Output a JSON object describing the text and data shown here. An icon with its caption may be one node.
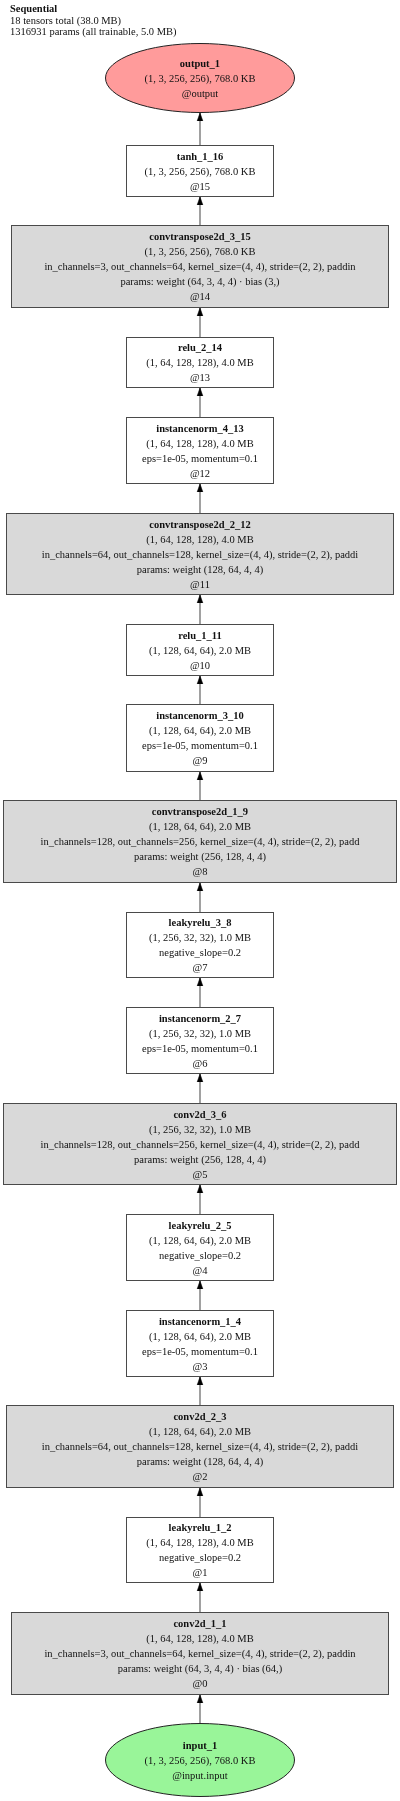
{
  "diagram": {
    "title": "Sequential",
    "labels": [
      "18 tensors total (38.0 MB)",
      "1316931 params (all trainable, 5.0 MB)"
    ],
    "nodes": [
      {
        "text": [
          "output_1",
          "(1, 3, 256, 256), 768.0 KB",
          "@output"
        ]
      },
      {
        "text": [
          "tanh_1_16",
          "(1, 3, 256, 256), 768.0 KB",
          "@15"
        ]
      },
      {
        "text": [
          "convtranspose2d_3_15",
          "(1, 3, 256, 256), 768.0 KB",
          "in_channels=3, out_channels=64, kernel_size=(4, 4), stride=(2, 2), paddin",
          "params: weight (64, 3, 4, 4) · bias (3,)",
          "@14"
        ]
      },
      {
        "text": [
          "relu_2_14",
          "(1, 64, 128, 128), 4.0 MB",
          "@13"
        ]
      },
      {
        "text": [
          "instancenorm_4_13",
          "(1, 64, 128, 128), 4.0 MB",
          "eps=1e-05, momentum=0.1",
          "@12"
        ]
      },
      {
        "text": [
          "convtranspose2d_2_12",
          "(1, 64, 128, 128), 4.0 MB",
          "in_channels=64, out_channels=128, kernel_size=(4, 4), stride=(2, 2), paddi",
          "params: weight (128, 64, 4, 4)",
          "@11"
        ]
      },
      {
        "text": [
          "relu_1_11",
          "(1, 128, 64, 64), 2.0 MB",
          "@10"
        ]
      },
      {
        "text": [
          "instancenorm_3_10",
          "(1, 128, 64, 64), 2.0 MB",
          "eps=1e-05, momentum=0.1",
          "@9"
        ]
      },
      {
        "text": [
          "convtranspose2d_1_9",
          "(1, 128, 64, 64), 2.0 MB",
          "in_channels=128, out_channels=256, kernel_size=(4, 4), stride=(2, 2), padd",
          "params: weight (256, 128, 4, 4)",
          "@8"
        ]
      },
      {
        "text": [
          "leakyrelu_3_8",
          "(1, 256, 32, 32), 1.0 MB",
          "negative_slope=0.2",
          "@7"
        ]
      },
      {
        "text": [
          "instancenorm_2_7",
          "(1, 256, 32, 32), 1.0 MB",
          "eps=1e-05, momentum=0.1",
          "@6"
        ]
      },
      {
        "text": [
          "conv2d_3_6",
          "(1, 256, 32, 32), 1.0 MB",
          "in_channels=128, out_channels=256, kernel_size=(4, 4), stride=(2, 2), padd",
          "params: weight (256, 128, 4, 4)",
          "@5"
        ]
      },
      {
        "text": [
          "leakyrelu_2_5",
          "(1, 128, 64, 64), 2.0 MB",
          "negative_slope=0.2",
          "@4"
        ]
      },
      {
        "text": [
          "instancenorm_1_4",
          "(1, 128, 64, 64), 2.0 MB",
          "eps=1e-05, momentum=0.1",
          "@3"
        ]
      },
      {
        "text": [
          "conv2d_2_3",
          "(1, 128, 64, 64), 2.0 MB",
          "in_channels=64, out_channels=128, kernel_size=(4, 4), stride=(2, 2), paddi",
          "params: weight (128, 64, 4, 4)",
          "@2"
        ]
      },
      {
        "text": [
          "leakyrelu_1_2",
          "(1, 64, 128, 128), 4.0 MB",
          "negative_slope=0.2",
          "@1"
        ]
      },
      {
        "text": [
          "conv2d_1_1",
          "(1, 64, 128, 128), 4.0 MB",
          "in_channels=3, out_channels=64, kernel_size=(4, 4), stride=(2, 2), paddin",
          "params: weight (64, 3, 4, 4) · bias (64,)",
          "@0"
        ]
      },
      {
        "text": [
          "input_1",
          "(1, 3, 256, 256), 768.0 KB",
          "@input.input"
        ]
      }
    ],
    "edges": [
      {
        "from": 1,
        "to": 0,
        "arrow": "to"
      },
      {
        "from": 2,
        "to": 1,
        "arrow": "to"
      },
      {
        "from": 3,
        "to": 2,
        "arrow": "to"
      },
      {
        "from": 4,
        "to": 3,
        "arrow": "to"
      },
      {
        "from": 5,
        "to": 4,
        "arrow": "to"
      },
      {
        "from": 6,
        "to": 5,
        "arrow": "to"
      },
      {
        "from": 7,
        "to": 6,
        "arrow": "to"
      },
      {
        "from": 8,
        "to": 7,
        "arrow": "to"
      },
      {
        "from": 9,
        "to": 8,
        "arrow": "to"
      },
      {
        "from": 10,
        "to": 9,
        "arrow": "to"
      },
      {
        "from": 11,
        "to": 10,
        "arrow": "to"
      },
      {
        "from": 12,
        "to": 11,
        "arrow": "to"
      },
      {
        "from": 13,
        "to": 12,
        "arrow": "to"
      },
      {
        "from": 14,
        "to": 13,
        "arrow": "to"
      },
      {
        "from": 15,
        "to": 14,
        "arrow": "to"
      },
      {
        "from": 16,
        "to": 15,
        "arrow": "to"
      },
      {
        "from": 17,
        "to": 16,
        "arrow": "to"
      }
    ]
  }
}
